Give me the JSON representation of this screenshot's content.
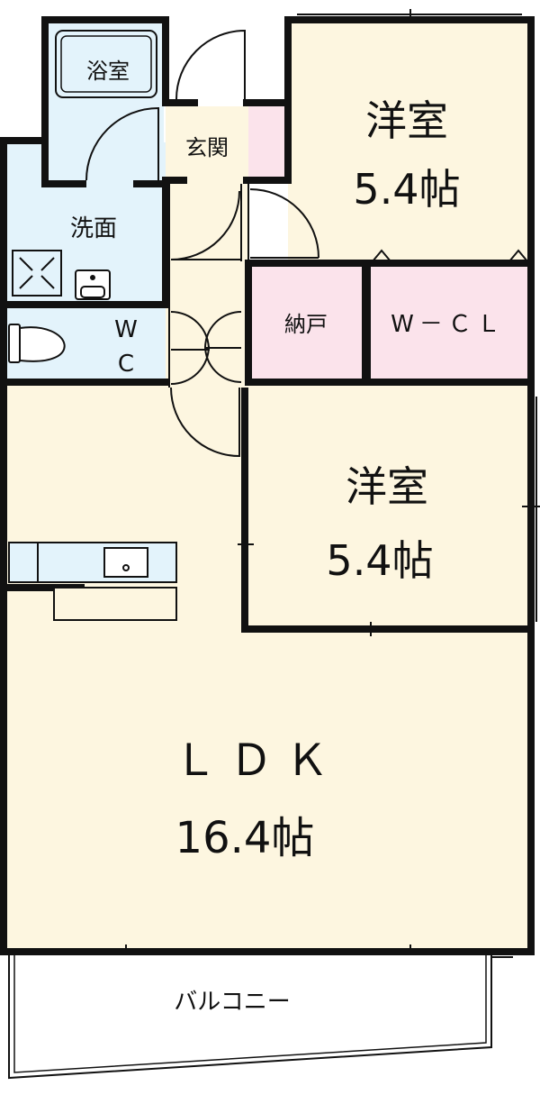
{
  "rooms": {
    "bath": "浴室",
    "entrance": "玄関",
    "western_room_top": {
      "name": "洋室",
      "size": "5.4帖"
    },
    "washroom": "洗面",
    "wc_line1": "W",
    "wc_line2": "C",
    "storage": "納戸",
    "walk_in_closet": "W－ＣＬ",
    "western_room_mid": {
      "name": "洋室",
      "size": "5.4帖"
    },
    "ldk": {
      "name": "ＬＤＫ",
      "size": "16.4帖"
    },
    "balcony": "バルコニー"
  },
  "colors": {
    "wet_area": "#e3f3fb",
    "living_area": "#fdf6e0",
    "storage_area": "#fbe3eb",
    "wall": "#111111"
  }
}
